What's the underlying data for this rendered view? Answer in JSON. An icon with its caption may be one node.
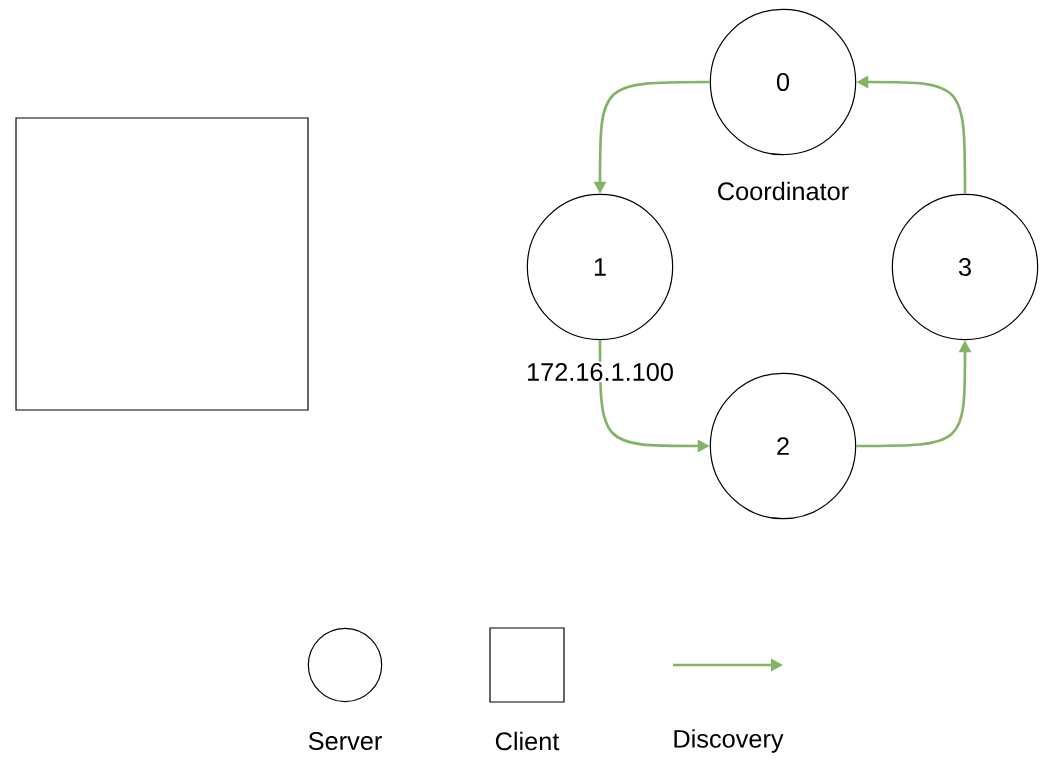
{
  "diagram": {
    "nodes": [
      {
        "text": [
          "0"
        ],
        "beside": [
          "Coordinator"
        ]
      },
      {
        "text": [
          "1"
        ],
        "beside": [
          "172.16.1.100"
        ]
      },
      {
        "text": [
          "2"
        ]
      },
      {
        "text": [
          "3"
        ]
      },
      {
        "text": [],
        "shape": "box"
      }
    ],
    "edges": [
      {
        "from": 0,
        "to": 1,
        "arrow": "to"
      },
      {
        "from": 1,
        "to": 2,
        "arrow": "to"
      },
      {
        "from": 2,
        "to": 3,
        "arrow": "to"
      },
      {
        "from": 3,
        "to": 0,
        "arrow": "to"
      }
    ],
    "legend": [
      {
        "text": "Server"
      },
      {
        "text": "Client"
      },
      {
        "text": "Discovery"
      }
    ]
  }
}
